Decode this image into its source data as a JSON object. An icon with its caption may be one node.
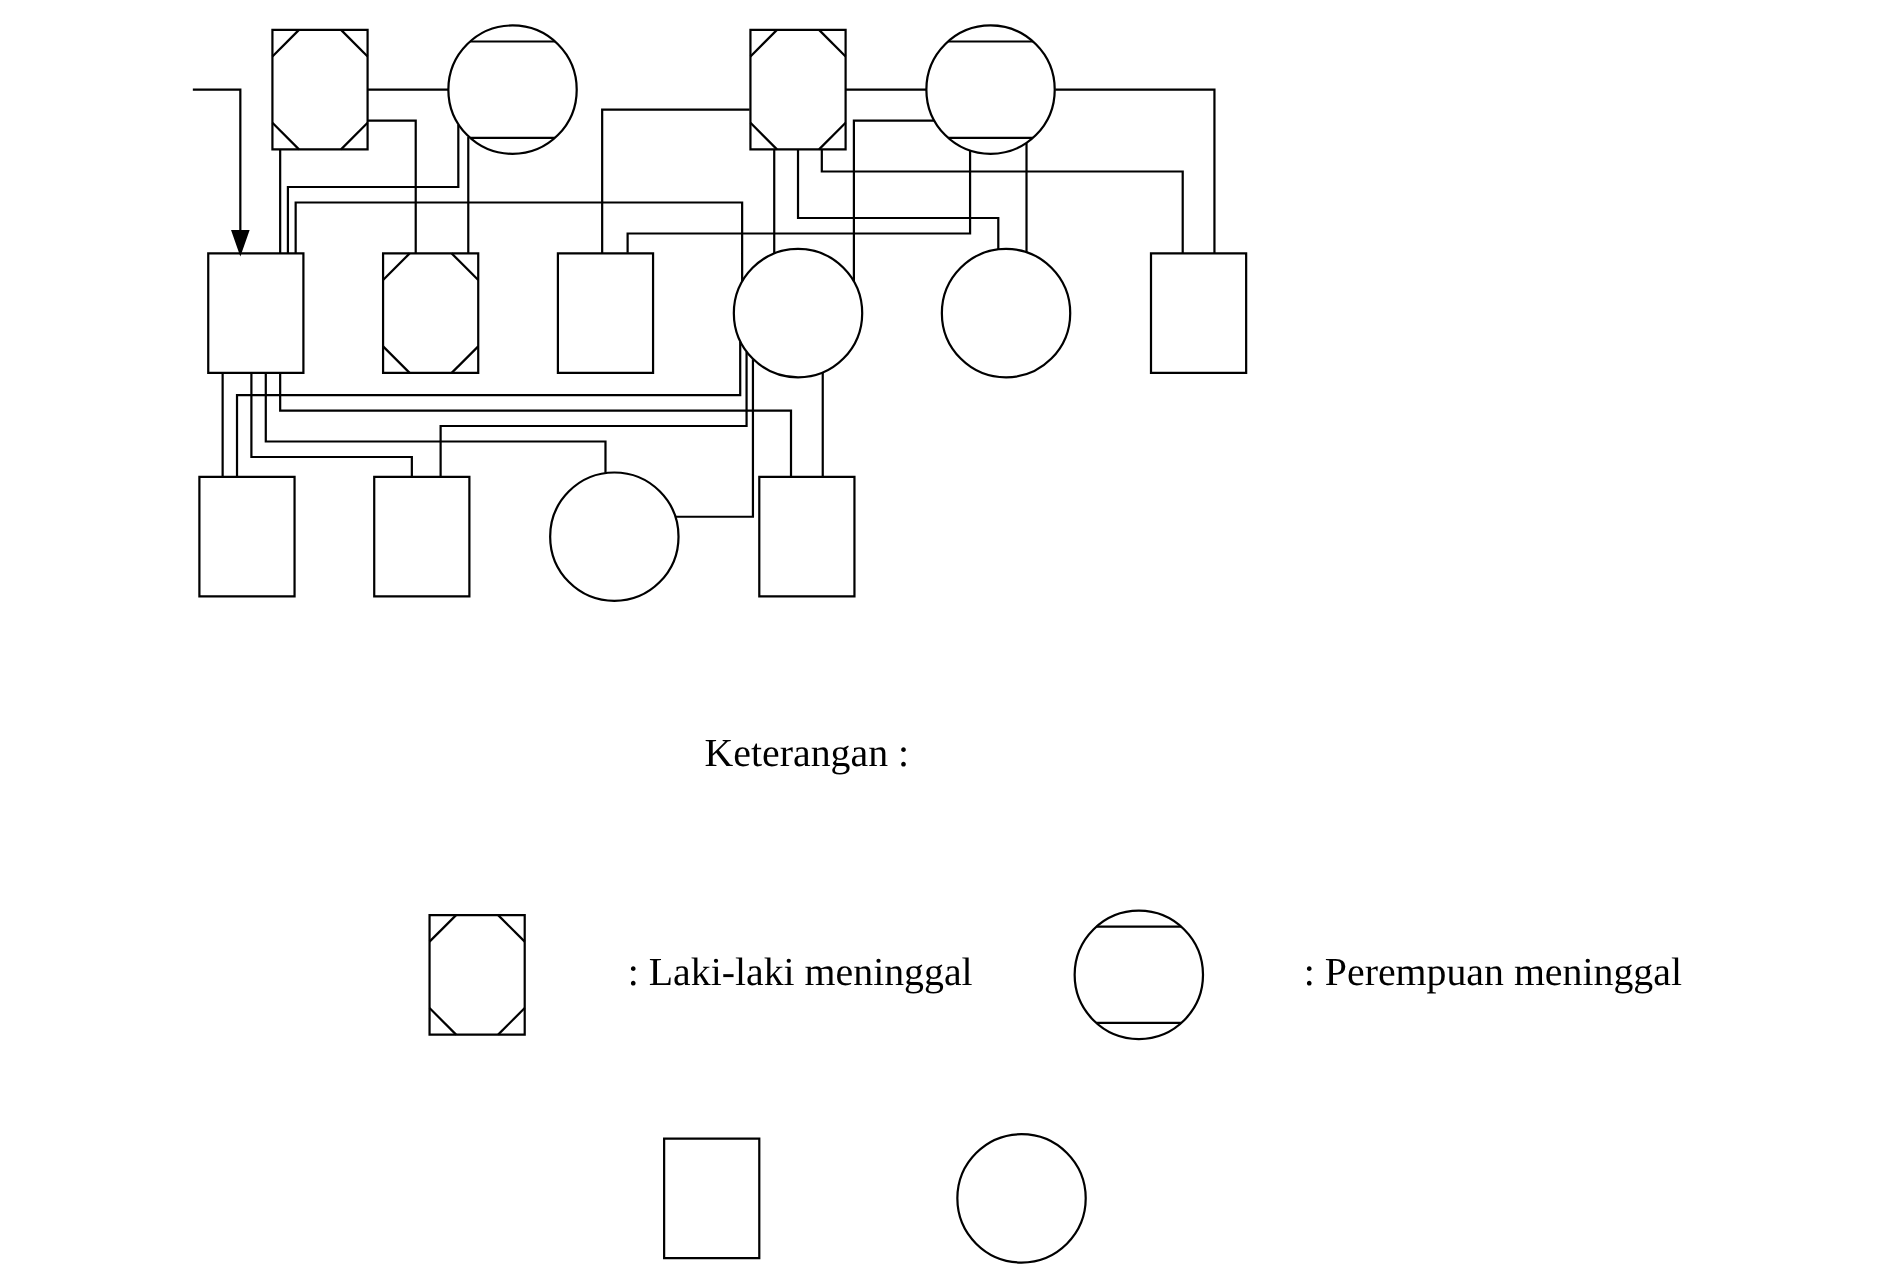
{
  "diagram": {
    "nodes": [
      {
        "text": [],
        "shape": "box"
      },
      {
        "text": [],
        "shape": "circle"
      },
      {
        "text": [],
        "shape": "box"
      },
      {
        "text": [],
        "shape": "box"
      },
      {
        "text": [],
        "shape": "box"
      },
      {
        "text": [],
        "shape": "circle"
      },
      {
        "text": [],
        "shape": "box"
      },
      {
        "text": [],
        "shape": "circle"
      },
      {
        "text": [],
        "shape": "circle"
      },
      {
        "text": [],
        "shape": "box"
      },
      {
        "text": [],
        "shape": "box"
      },
      {
        "text": [],
        "shape": "box"
      },
      {
        "text": [],
        "shape": "circle"
      },
      {
        "text": [],
        "shape": "box"
      },
      {
        "text": [],
        "shape": "box"
      },
      {
        "text": [],
        "shape": "circle"
      },
      {
        "text": [],
        "shape": "box"
      },
      {
        "text": [],
        "shape": "circle"
      }
    ],
    "edges": [
      {
        "from": 0,
        "to": 1,
        "arrow": "none"
      },
      {
        "from": 0,
        "to": 2,
        "arrow": "none"
      },
      {
        "from": 1,
        "to": 2,
        "arrow": "none"
      },
      {
        "from": 0,
        "to": 3,
        "arrow": "none"
      },
      {
        "from": 1,
        "to": 3,
        "arrow": "none"
      },
      {
        "from": 4,
        "to": 5,
        "arrow": "none"
      },
      {
        "from": 4,
        "to": 6,
        "arrow": "none"
      },
      {
        "from": 5,
        "to": 6,
        "arrow": "none"
      },
      {
        "from": 4,
        "to": 7,
        "arrow": "none"
      },
      {
        "from": 5,
        "to": 7,
        "arrow": "none"
      },
      {
        "from": 4,
        "to": 8,
        "arrow": "none"
      },
      {
        "from": 5,
        "to": 8,
        "arrow": "none"
      },
      {
        "from": 4,
        "to": 9,
        "arrow": "none"
      },
      {
        "from": 5,
        "to": 9,
        "arrow": "none"
      },
      {
        "from": 2,
        "to": 7,
        "arrow": "none"
      },
      {
        "from": 2,
        "to": 10,
        "arrow": "none"
      },
      {
        "from": 7,
        "to": 10,
        "arrow": "none"
      },
      {
        "from": 2,
        "to": 11,
        "arrow": "none"
      },
      {
        "from": 7,
        "to": 11,
        "arrow": "none"
      },
      {
        "from": 2,
        "to": 12,
        "arrow": "none"
      },
      {
        "from": 7,
        "to": 12,
        "arrow": "none"
      },
      {
        "from": 2,
        "to": 13,
        "arrow": "none"
      },
      {
        "from": 7,
        "to": 13,
        "arrow": "none"
      },
      {
        "from": null,
        "to": 2,
        "arrow": "to"
      }
    ],
    "labels": [
      "Keterangan :"
    ],
    "legend": [
      {
        "text": ": Laki-laki meninggal"
      },
      {
        "text": ": Perempuan meninggal"
      }
    ]
  }
}
